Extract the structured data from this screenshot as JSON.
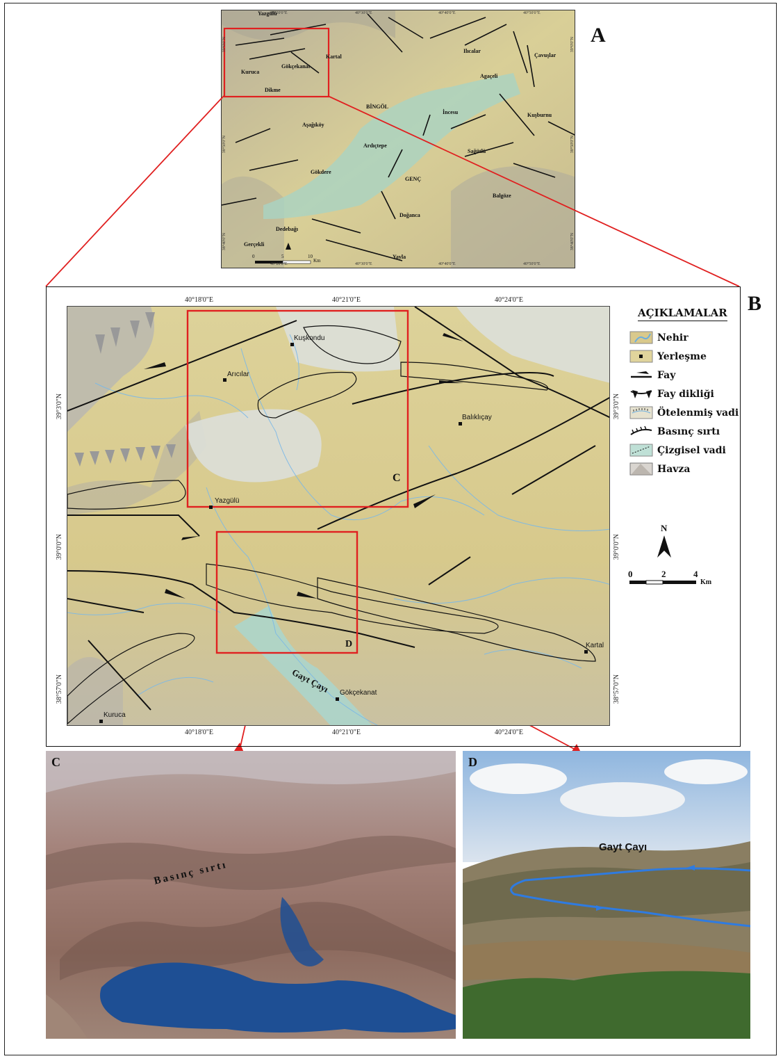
{
  "panels": {
    "a": "A",
    "b": "B",
    "c": "C",
    "d": "D"
  },
  "map_a": {
    "top_coords": [
      "40°20'0\"E",
      "40°30'0\"E",
      "40°40'0\"E",
      "40°50'0\"E"
    ],
    "bottom_coords": [
      "40°20'0\"E",
      "40°30'0\"E",
      "40°40'0\"E",
      "40°50'0\"E"
    ],
    "left_coords": [
      "39°0'0\"N",
      "38°50'0\"N",
      "38°40'0\"N"
    ],
    "right_coords": [
      "39°0'0\"N",
      "38°50'0\"N",
      "38°40'0\"N"
    ],
    "towns": [
      "Yazgülü",
      "Kartal",
      "Gökçekanat",
      "Kuruca",
      "Dikme",
      "Ilıcalar",
      "Çavuşlar",
      "Agaçeli",
      "BİNGÖL",
      "İncesu",
      "Kuşburnu",
      "Aşağıköy",
      "Ardıçtepe",
      "Sağütlü",
      "Gökdere",
      "GENÇ",
      "Balgöze",
      "Doğanca",
      "Dedebağı",
      "Gerçekli",
      "Yayla"
    ],
    "scale_labels": [
      "0",
      "5",
      "10"
    ],
    "scale_unit": "Km"
  },
  "map_b": {
    "top_coords": [
      "40°18'0\"E",
      "40°21'0\"E",
      "40°24'0\"E"
    ],
    "bottom_coords": [
      "40°18'0\"E",
      "40°21'0\"E",
      "40°24'0\"E"
    ],
    "left_coords": [
      "39°3'0\"N",
      "39°0'0\"N",
      "38°57'0\"N"
    ],
    "right_coords": [
      "39°3'0\"N",
      "39°0'0\"N",
      "38°57'0\"N"
    ],
    "towns": [
      "Kuşkondu",
      "Arıcılar",
      "Balıklıçay",
      "Yazgülü",
      "Gökçekanat",
      "Kartal",
      "Kuruca"
    ],
    "river_label": "Gayt Çayı",
    "box_c_label": "C",
    "box_d_label": "D"
  },
  "legend": {
    "title": "AÇIKLAMALAR",
    "items": [
      "Nehir",
      "Yerleşme",
      "Fay",
      "Fay dikliği",
      "Ötelenmiş vadi",
      "Basınç sırtı",
      "Çizgisel vadi",
      "Havza"
    ]
  },
  "north_arrow": "N",
  "scale_b": {
    "labels": [
      "0",
      "2",
      "4"
    ],
    "unit": "Km"
  },
  "photo_c": {
    "label": "C",
    "caption": "Basınç sırtı"
  },
  "photo_d": {
    "label": "D",
    "caption": "Gayt Çayı"
  },
  "colors": {
    "connector": "#e02020",
    "river": "#7ab8e8",
    "fault": "#111111",
    "terrain": "#d8c98a",
    "basin": "#d9dfe0"
  }
}
